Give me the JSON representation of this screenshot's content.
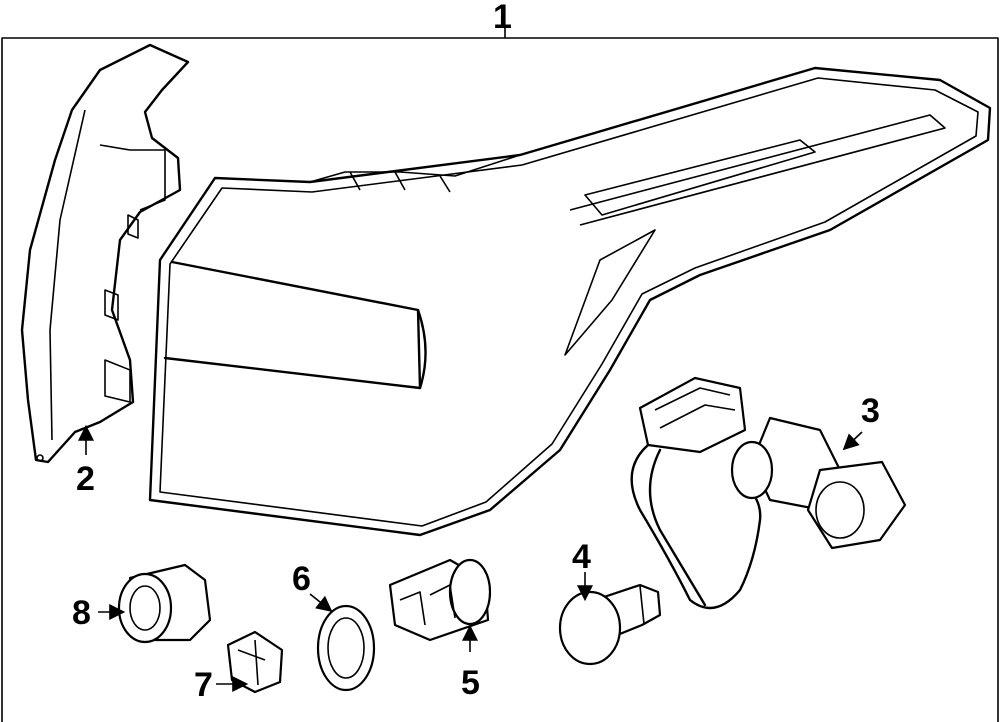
{
  "diagram": {
    "callouts": [
      {
        "id": "1",
        "label": "1"
      },
      {
        "id": "2",
        "label": "2"
      },
      {
        "id": "3",
        "label": "3"
      },
      {
        "id": "4",
        "label": "4"
      },
      {
        "id": "5",
        "label": "5"
      },
      {
        "id": "6",
        "label": "6"
      },
      {
        "id": "7",
        "label": "7"
      },
      {
        "id": "8",
        "label": "8"
      }
    ],
    "colors": {
      "line": "#000000",
      "background": "#ffffff"
    }
  }
}
